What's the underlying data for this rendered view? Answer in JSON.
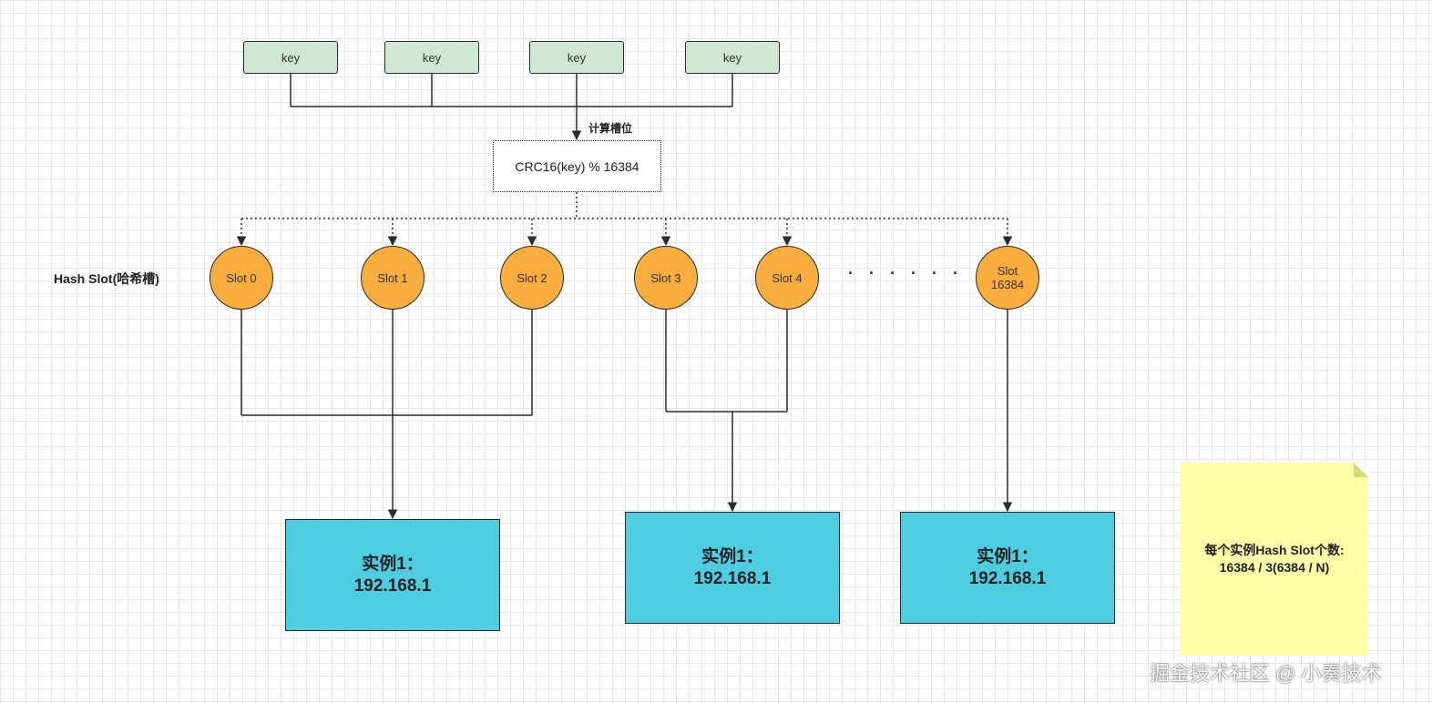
{
  "keys": [
    "key",
    "key",
    "key",
    "key"
  ],
  "calc_label": "计算槽位",
  "formula": "CRC16(key) % 16384",
  "hash_slot_label": "Hash Slot(哈希槽)",
  "slots": [
    {
      "line1": "Slot 0",
      "line2": ""
    },
    {
      "line1": "Slot 1",
      "line2": ""
    },
    {
      "line1": "Slot 2",
      "line2": ""
    },
    {
      "line1": "Slot 3",
      "line2": ""
    },
    {
      "line1": "Slot 4",
      "line2": ""
    },
    {
      "line1": "Slot",
      "line2": "16384"
    }
  ],
  "ellipsis": "· · · · · ·",
  "instances": [
    {
      "line1": "实例1：",
      "line2": "192.168.1"
    },
    {
      "line1": "实例1：",
      "line2": "192.168.1"
    },
    {
      "line1": "实例1：",
      "line2": "192.168.1"
    }
  ],
  "note": {
    "line1": "每个实例Hash Slot个数:",
    "line2": "16384 / 3(6384 / N)"
  },
  "watermark": "掘金技术社区 @ 小奏技术",
  "colors": {
    "key_fill": "#cfe8d2",
    "slot_fill": "#f9ad3d",
    "instance_fill": "#4ecde0",
    "note_fill": "#ffffa8"
  }
}
